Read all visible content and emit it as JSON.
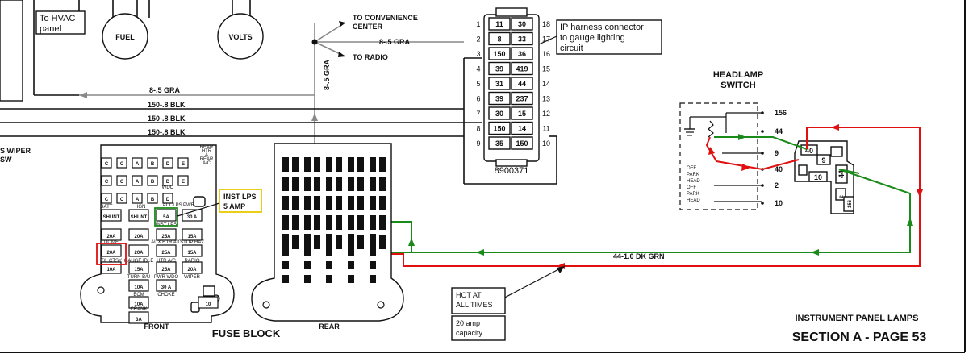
{
  "gauges": [
    {
      "label": "FUEL"
    },
    {
      "label": "VOLTS"
    }
  ],
  "callouts": {
    "hvac": [
      "To HVAC",
      "panel"
    ],
    "ip_connector": [
      "IP harness connector",
      "to gauge lighting",
      "circuit"
    ],
    "inst_lps": [
      "INST LPS",
      "5 AMP"
    ],
    "hot": [
      "HOT AT",
      "ALL TIMES"
    ],
    "capacity": [
      "20 amp",
      "capacity"
    ]
  },
  "routes": {
    "convenience": [
      "TO CONVENIENCE",
      "CENTER"
    ],
    "radio": "TO RADIO"
  },
  "wires": {
    "top_gra": "8-.5 GRA",
    "vert_gra": "8-.5 GRA",
    "gra2": "8-.5 GRA",
    "blk1": "150-.8 BLK",
    "blk2": "150-.8 BLK",
    "blk3": "150-.8 BLK",
    "grn": "44-1.0 DK GRN"
  },
  "left_edge": [
    "S WIPER",
    "SW"
  ],
  "connector": {
    "part_number": "8900371",
    "left_pins": [
      "1",
      "2",
      "3",
      "4",
      "5",
      "6",
      "7",
      "8",
      "9"
    ],
    "right_pins": [
      "18",
      "17",
      "16",
      "15",
      "14",
      "13",
      "12",
      "11",
      "10"
    ],
    "cells": [
      [
        "11",
        "30"
      ],
      [
        "8",
        "33"
      ],
      [
        "150",
        "36"
      ],
      [
        "39",
        "419"
      ],
      [
        "31",
        "44"
      ],
      [
        "39",
        "237"
      ],
      [
        "30",
        "15"
      ],
      [
        "150",
        "14"
      ],
      [
        "35",
        "150"
      ]
    ]
  },
  "headlamp": {
    "title": [
      "HEADLAMP",
      "SWITCH"
    ],
    "terminals": [
      "156",
      "44",
      "9",
      "40",
      "2",
      "10"
    ],
    "positions": [
      "OFF",
      "PARK",
      "HEAD",
      "OFF",
      "PARK",
      "HEAD"
    ],
    "plug_cells": [
      "40",
      "9",
      "10",
      "44",
      "2",
      "156"
    ]
  },
  "fuse_block": {
    "title": "FUSE BLOCK",
    "front_label": "FRONT",
    "rear_label": "REAR",
    "top_letters": [
      "C",
      "C",
      "A",
      "B",
      "D",
      "E"
    ],
    "top_labels": [
      "REAR",
      "HTR",
      "A",
      "REAR",
      "A/C"
    ],
    "row_labels": [
      "WDO",
      "BATT",
      "IGN",
      "ACC",
      "LPS",
      "PWR"
    ],
    "fuses": [
      [
        "SHUNT",
        "SHUNT",
        "5A",
        "30 A"
      ],
      [
        "20A",
        "20A",
        "25A",
        "15A"
      ],
      [
        "20A",
        "20A",
        "25A",
        "15A"
      ],
      [
        "10A",
        "15A",
        "25A",
        "20A"
      ],
      [
        "10A",
        "30 A",
        ""
      ],
      [
        "10A",
        "",
        "10"
      ],
      [
        "3A",
        ""
      ]
    ],
    "small_labels": [
      "STOP HAZ",
      "AUX HTR A/C",
      "DOME",
      "T/L CTSY",
      "GAUGE IDLE",
      "HTR A/C",
      "RADIO",
      "TURN B/U",
      "PWR WDO",
      "WIPER",
      "ECM",
      "CHOKE",
      "CRANK",
      "INST LPS"
    ]
  },
  "footer": {
    "title": "INSTRUMENT PANEL LAMPS",
    "section": "SECTION A - PAGE 53"
  },
  "colors": {
    "green_wire": "#1a8a1a",
    "red_wire": "#e01010",
    "gray_wire": "#888888",
    "highlight_red": "#e01010",
    "highlight_green": "#1a8a1a",
    "callout_border": "#e8c800"
  }
}
